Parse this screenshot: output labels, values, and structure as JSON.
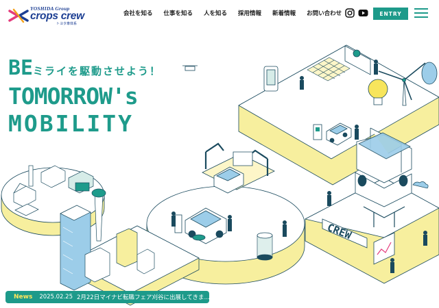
{
  "header": {
    "logo": {
      "group": "YOSHIDA Group",
      "wordmark": "crops crew",
      "subtitle": "トヨタ車体系"
    },
    "nav": [
      {
        "label": "会社を知る"
      },
      {
        "label": "仕事を知る"
      },
      {
        "label": "人を知る"
      },
      {
        "label": "採用情報"
      },
      {
        "label": "新着情報"
      },
      {
        "label": "お問い合わせ"
      }
    ],
    "social": [
      {
        "icon": "instagram-icon"
      },
      {
        "icon": "youtube-icon"
      }
    ],
    "entry_label": "ENTRY",
    "menu_icon": "hamburger-menu-icon"
  },
  "hero": {
    "headline_be": "BE",
    "tagline": "ミライを駆動させよう！",
    "headline_line2": "TOMORROW's",
    "headline_line3": "MOBILITY",
    "sign_label": "CREW",
    "colors": {
      "teal": "#1e9b8b",
      "yellow": "#f7ef9e",
      "line": "#1a4a5e",
      "blue": "#9ccde9"
    }
  },
  "news": {
    "tag": "News",
    "date": "2025.02.25",
    "text": "2月22日マイナビ転職フェア刈谷に出展してきま…"
  }
}
